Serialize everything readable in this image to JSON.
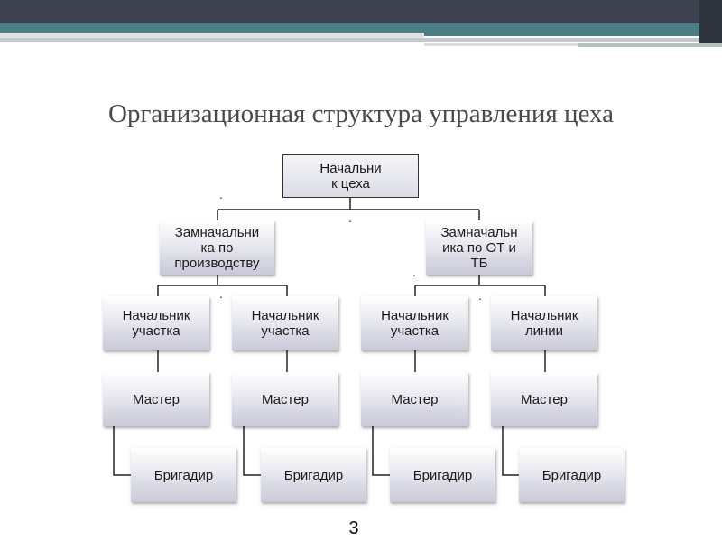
{
  "slide": {
    "title": "Организационная структура управления цеха",
    "page_number": "3"
  },
  "org": {
    "head": "Начальни\nк цеха",
    "deputy_production": "Замначальни\nка по\nпроизводству",
    "deputy_ot_tb": "Замначальн\nика по ОТ и\nТБ",
    "units": [
      {
        "chief": "Начальник\nучастка",
        "master": "Мастер",
        "foreman": "Бригадир"
      },
      {
        "chief": "Начальник\nучастка",
        "master": "Мастер",
        "foreman": "Бригадир"
      },
      {
        "chief": "Начальник\nучастка",
        "master": "Мастер",
        "foreman": "Бригадир"
      },
      {
        "chief": "Начальник\nлинии",
        "master": "Мастер",
        "foreman": "Бригадир"
      }
    ],
    "markers": [
      ".",
      ".",
      ".",
      ".",
      "."
    ]
  }
}
